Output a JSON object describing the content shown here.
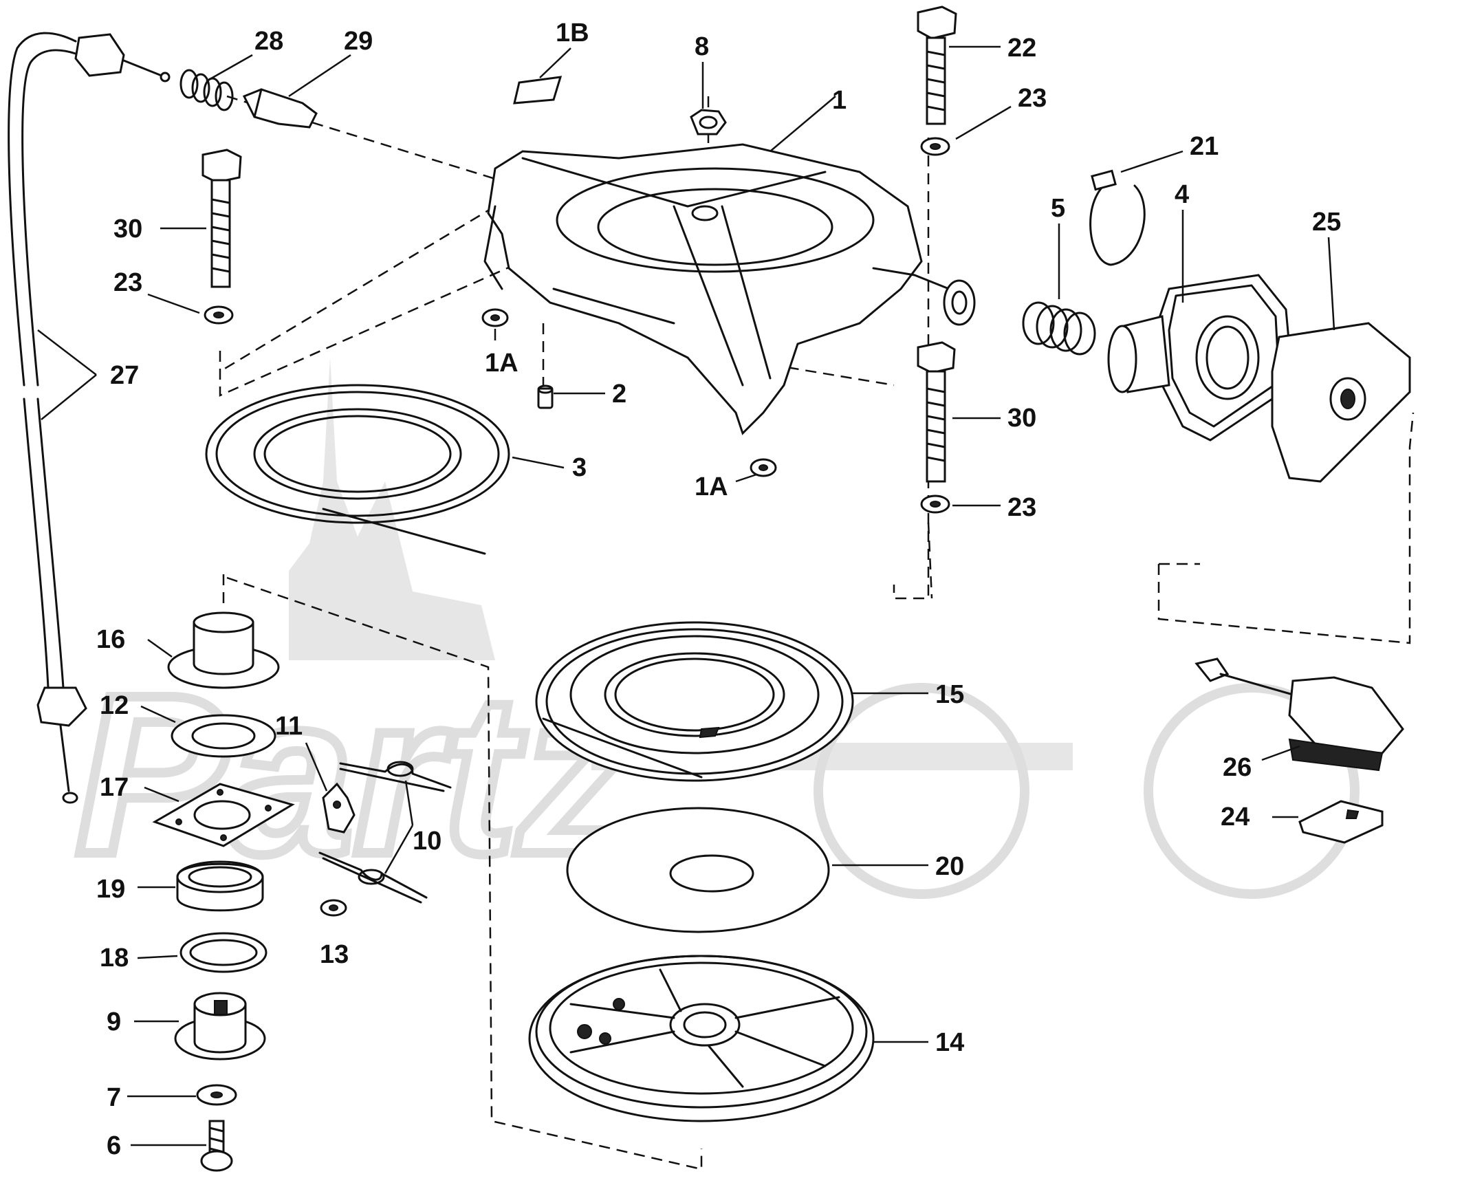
{
  "callouts": {
    "c1": "1",
    "c1A_a": "1A",
    "c1A_b": "1A",
    "c1B": "1B",
    "c2": "2",
    "c3": "3",
    "c4": "4",
    "c5": "5",
    "c6": "6",
    "c7": "7",
    "c8": "8",
    "c9": "9",
    "c10": "10",
    "c11": "11",
    "c12": "12",
    "c13": "13",
    "c14": "14",
    "c15": "15",
    "c16": "16",
    "c17": "17",
    "c18": "18",
    "c19": "19",
    "c20": "20",
    "c21": "21",
    "c22": "22",
    "c23_a": "23",
    "c23_b": "23",
    "c23_c": "23",
    "c24": "24",
    "c25": "25",
    "c26": "26",
    "c27": "27",
    "c28": "28",
    "c29": "29",
    "c30_a": "30",
    "c30_b": "30"
  },
  "colors": {
    "ink": "#111111",
    "paper": "#ffffff",
    "watermark": "#e6e6e6"
  }
}
